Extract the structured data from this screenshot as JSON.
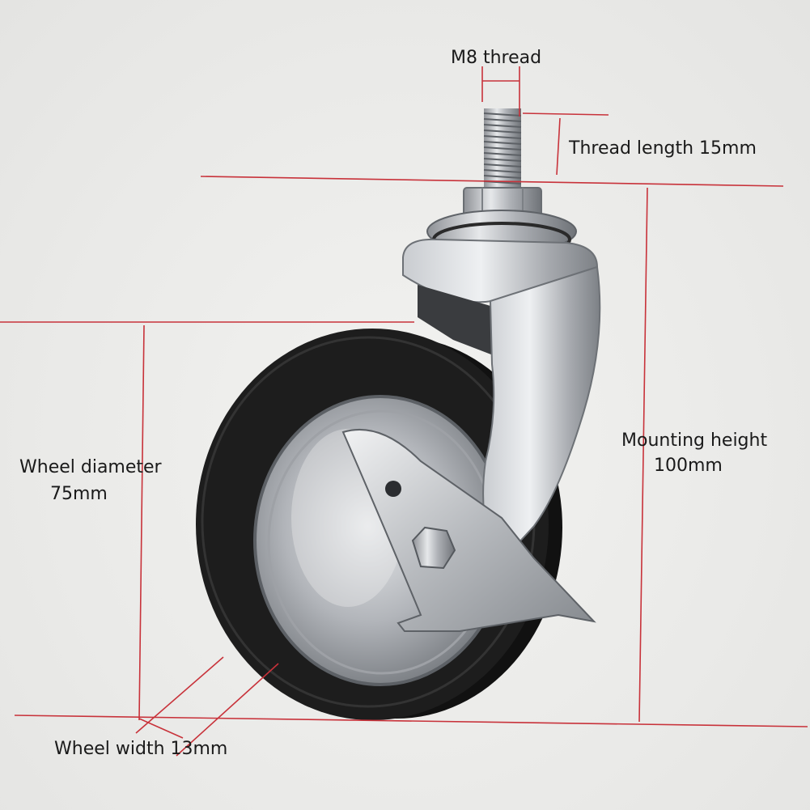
{
  "labels": {
    "thread": "M8 thread",
    "thread_length": "Thread length 15mm",
    "mounting_height_line1": "Mounting height",
    "mounting_height_line2": "100mm",
    "wheel_diameter_line1": "Wheel diameter",
    "wheel_diameter_line2": "75mm",
    "wheel_width": "Wheel width 13mm"
  },
  "colors": {
    "dimension_line": "#c8323a",
    "background": "#ececea",
    "tire": "#1c1c1c",
    "chrome": "#b9bcc0"
  }
}
